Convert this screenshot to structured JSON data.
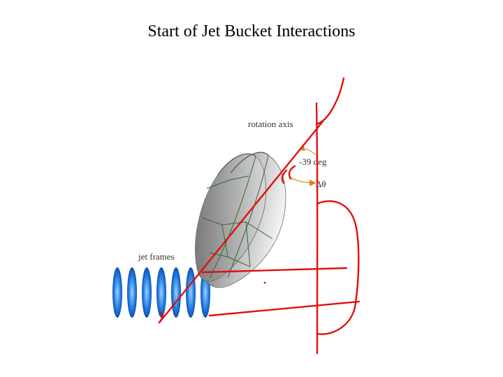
{
  "slide": {
    "title": "Start of Jet Bucket Interactions"
  },
  "diagram": {
    "labels": {
      "rotation_axis": "rotation axis",
      "angle": "-39 deg",
      "delta_theta": "Δθ",
      "jet_frames": "jet frames"
    },
    "colors": {
      "annotation_ink": "#e01010",
      "arrow": "#e08010",
      "bucket_shade": "#8a8a8a",
      "bucket_mesh": "#2f6a2f",
      "jet_frame": "#1a6fd8"
    }
  }
}
